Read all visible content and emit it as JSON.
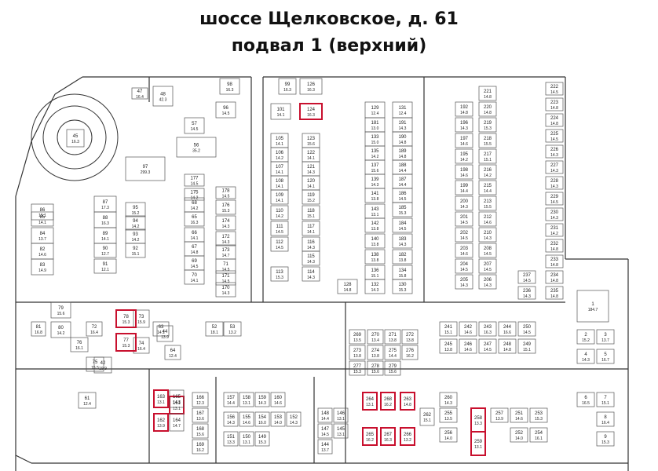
{
  "title": {
    "line1": "шоссе Щелковское, д. 61",
    "line2": "подвал 1 (верхний)"
  },
  "colors": {
    "highlight": "#c8102e",
    "walls": "#333333"
  },
  "rooms": [
    {
      "id": "98",
      "area": "16.3"
    },
    {
      "id": "47",
      "area": "16.4"
    },
    {
      "id": "48",
      "area": "42.3"
    },
    {
      "id": "45",
      "area": "16.3"
    },
    {
      "id": "97",
      "area": "299.3"
    },
    {
      "id": "56",
      "area": "35.2"
    },
    {
      "id": "57",
      "area": "14.5"
    },
    {
      "id": "96",
      "area": "14.5"
    },
    {
      "id": "99",
      "area": "16.3"
    },
    {
      "id": "126",
      "area": "16.3"
    },
    {
      "id": "124",
      "area": "16.3"
    },
    {
      "id": "101",
      "area": "14.1"
    },
    {
      "id": "86",
      "area": "15.1"
    },
    {
      "id": "87",
      "area": "17.3"
    },
    {
      "id": "84",
      "area": "13.7"
    },
    {
      "id": "85",
      "area": "14.1"
    },
    {
      "id": "82",
      "area": "14.6"
    },
    {
      "id": "83",
      "area": "14.9"
    },
    {
      "id": "88",
      "area": "16.3"
    },
    {
      "id": "89",
      "area": "14.1"
    },
    {
      "id": "90",
      "area": "12.7"
    },
    {
      "id": "91",
      "area": "12.1"
    },
    {
      "id": "93",
      "area": "14.2"
    },
    {
      "id": "94",
      "area": "14.2"
    },
    {
      "id": "95",
      "area": "15.2"
    },
    {
      "id": "92",
      "area": "15.1"
    },
    {
      "id": "65",
      "area": "16.3"
    },
    {
      "id": "66",
      "area": "14.1"
    },
    {
      "id": "67",
      "area": "14.8"
    },
    {
      "id": "68",
      "area": "14.2"
    },
    {
      "id": "69",
      "area": "14.5"
    },
    {
      "id": "70",
      "area": "14.1"
    },
    {
      "id": "71",
      "area": "14.5"
    },
    {
      "id": "174",
      "area": "14.3"
    },
    {
      "id": "175",
      "area": "14.2"
    },
    {
      "id": "176",
      "area": "15.3"
    },
    {
      "id": "177",
      "area": "14.5"
    },
    {
      "id": "178",
      "area": "14.5"
    },
    {
      "id": "172",
      "area": "14.3"
    },
    {
      "id": "173",
      "area": "14.7"
    },
    {
      "id": "171",
      "area": "14.5"
    },
    {
      "id": "170",
      "area": "14.3"
    },
    {
      "id": "105",
      "area": "14.1"
    },
    {
      "id": "106",
      "area": "14.2"
    },
    {
      "id": "107",
      "area": "14.1"
    },
    {
      "id": "108",
      "area": "14.1"
    },
    {
      "id": "109",
      "area": "14.1"
    },
    {
      "id": "110",
      "area": "14.2"
    },
    {
      "id": "111",
      "area": "14.5"
    },
    {
      "id": "112",
      "area": "14.5"
    },
    {
      "id": "113",
      "area": "15.3"
    },
    {
      "id": "123",
      "area": "15.6"
    },
    {
      "id": "122",
      "area": "14.1"
    },
    {
      "id": "121",
      "area": "14.3"
    },
    {
      "id": "120",
      "area": "14.1"
    },
    {
      "id": "119",
      "area": "15.2"
    },
    {
      "id": "118",
      "area": "15.1"
    },
    {
      "id": "117",
      "area": "14.1"
    },
    {
      "id": "116",
      "area": "14.3"
    },
    {
      "id": "115",
      "area": "14.3"
    },
    {
      "id": "114",
      "area": "14.3"
    },
    {
      "id": "129",
      "area": "12.4"
    },
    {
      "id": "131",
      "area": "12.4"
    },
    {
      "id": "181",
      "area": "13.0"
    },
    {
      "id": "191",
      "area": "14.3"
    },
    {
      "id": "190",
      "area": "14.8"
    },
    {
      "id": "189",
      "area": "14.8"
    },
    {
      "id": "188",
      "area": "14.4"
    },
    {
      "id": "187",
      "area": "14.4"
    },
    {
      "id": "186",
      "area": "14.5"
    },
    {
      "id": "185",
      "area": "15.3"
    },
    {
      "id": "184",
      "area": "14.5"
    },
    {
      "id": "183",
      "area": "14.3"
    },
    {
      "id": "182",
      "area": "13.8"
    },
    {
      "id": "133",
      "area": "15.0"
    },
    {
      "id": "135",
      "area": "14.2"
    },
    {
      "id": "137",
      "area": "15.6"
    },
    {
      "id": "139",
      "area": "14.3"
    },
    {
      "id": "143",
      "area": "13.1"
    },
    {
      "id": "141",
      "area": "13.8"
    },
    {
      "id": "142",
      "area": "13.8"
    },
    {
      "id": "140",
      "area": "13.8"
    },
    {
      "id": "138",
      "area": "13.8"
    },
    {
      "id": "136",
      "area": "15.1"
    },
    {
      "id": "134",
      "area": "15.8"
    },
    {
      "id": "132",
      "area": "14.3"
    },
    {
      "id": "130",
      "area": "15.3"
    },
    {
      "id": "128",
      "area": "14.8"
    },
    {
      "id": "192",
      "area": "14.8"
    },
    {
      "id": "196",
      "area": "14.3"
    },
    {
      "id": "197",
      "area": "14.6"
    },
    {
      "id": "195",
      "area": "14.2"
    },
    {
      "id": "198",
      "area": "14.6"
    },
    {
      "id": "199",
      "area": "14.4"
    },
    {
      "id": "200",
      "area": "14.3"
    },
    {
      "id": "201",
      "area": "14.5"
    },
    {
      "id": "202",
      "area": "14.5"
    },
    {
      "id": "203",
      "area": "14.6"
    },
    {
      "id": "204",
      "area": "14.5"
    },
    {
      "id": "205",
      "area": "14.3"
    },
    {
      "id": "206",
      "area": "14.3"
    },
    {
      "id": "207",
      "area": "14.5"
    },
    {
      "id": "208",
      "area": "14.5"
    },
    {
      "id": "210",
      "area": "14.3"
    },
    {
      "id": "212",
      "area": "14.6"
    },
    {
      "id": "213",
      "area": "15.5"
    },
    {
      "id": "215",
      "area": "14.4"
    },
    {
      "id": "216",
      "area": "14.2"
    },
    {
      "id": "217",
      "area": "15.1"
    },
    {
      "id": "218",
      "area": "15.5"
    },
    {
      "id": "219",
      "area": "15.3"
    },
    {
      "id": "220",
      "area": "14.8"
    },
    {
      "id": "221",
      "area": "14.8"
    },
    {
      "id": "222",
      "area": "14.5"
    },
    {
      "id": "223",
      "area": "14.8"
    },
    {
      "id": "224",
      "area": "14.8"
    },
    {
      "id": "225",
      "area": "14.5"
    },
    {
      "id": "226",
      "area": "14.3"
    },
    {
      "id": "227",
      "area": "14.3"
    },
    {
      "id": "228",
      "area": "14.3"
    },
    {
      "id": "229",
      "area": "14.5"
    },
    {
      "id": "230",
      "area": "14.3"
    },
    {
      "id": "231",
      "area": "14.2"
    },
    {
      "id": "232",
      "area": "14.8"
    },
    {
      "id": "233",
      "area": "14.8"
    },
    {
      "id": "234",
      "area": "14.8"
    },
    {
      "id": "235",
      "area": "14.8"
    },
    {
      "id": "236",
      "area": "14.3"
    },
    {
      "id": "237",
      "area": "14.5"
    },
    {
      "id": "1",
      "area": "184.7"
    },
    {
      "id": "79",
      "area": "15.6"
    },
    {
      "id": "80",
      "area": "14.2"
    },
    {
      "id": "81",
      "area": "16.8"
    },
    {
      "id": "78",
      "area": "15.3"
    },
    {
      "id": "77",
      "area": "15.3"
    },
    {
      "id": "76",
      "area": "16.1"
    },
    {
      "id": "75",
      "area": "15.5"
    },
    {
      "id": "74",
      "area": "16.4"
    },
    {
      "id": "73",
      "area": "15.9"
    },
    {
      "id": "72",
      "area": "16.4"
    },
    {
      "id": "44",
      "area": "13.9"
    },
    {
      "id": "42",
      "area": "19.9"
    },
    {
      "id": "61",
      "area": "12.4"
    },
    {
      "id": "63",
      "area": "14.1"
    },
    {
      "id": "64",
      "area": "12.4"
    },
    {
      "id": "52",
      "area": "18.1"
    },
    {
      "id": "53",
      "area": "13.2"
    },
    {
      "id": "162",
      "area": "13.9"
    },
    {
      "id": "163",
      "area": "13.1"
    },
    {
      "id": "164",
      "area": "14.7"
    },
    {
      "id": "165",
      "area": "14.3"
    },
    {
      "id": "166",
      "area": "12.3"
    },
    {
      "id": "167",
      "area": "13.6"
    },
    {
      "id": "168",
      "area": "15.6"
    },
    {
      "id": "169",
      "area": "16.2"
    },
    {
      "id": "157",
      "area": "14.4"
    },
    {
      "id": "158",
      "area": "13.1"
    },
    {
      "id": "159",
      "area": "14.3"
    },
    {
      "id": "160",
      "area": "14.6"
    },
    {
      "id": "161",
      "area": "13.1"
    },
    {
      "id": "156",
      "area": "14.3"
    },
    {
      "id": "155",
      "area": "14.6"
    },
    {
      "id": "154",
      "area": "16.0"
    },
    {
      "id": "153",
      "area": "14.0"
    },
    {
      "id": "152",
      "area": "14.3"
    },
    {
      "id": "151",
      "area": "13.3"
    },
    {
      "id": "150",
      "area": "13.1"
    },
    {
      "id": "149",
      "area": "15.3"
    },
    {
      "id": "148",
      "area": "14.4"
    },
    {
      "id": "147",
      "area": "14.5"
    },
    {
      "id": "146",
      "area": "13.1"
    },
    {
      "id": "145",
      "area": "13.1"
    },
    {
      "id": "144",
      "area": "13.7"
    },
    {
      "id": "264",
      "area": "13.1"
    },
    {
      "id": "265",
      "area": "16.2"
    },
    {
      "id": "266",
      "area": "13.2"
    },
    {
      "id": "267",
      "area": "16.3"
    },
    {
      "id": "268",
      "area": "16.2"
    },
    {
      "id": "269",
      "area": "13.5"
    },
    {
      "id": "270",
      "area": "13.4"
    },
    {
      "id": "271",
      "area": "13.8"
    },
    {
      "id": "272",
      "area": "13.8"
    },
    {
      "id": "273",
      "area": "13.8"
    },
    {
      "id": "274",
      "area": "13.8"
    },
    {
      "id": "275",
      "area": "14.4"
    },
    {
      "id": "276",
      "area": "16.2"
    },
    {
      "id": "277",
      "area": "15.3"
    },
    {
      "id": "278",
      "area": "15.6"
    },
    {
      "id": "279",
      "area": "15.6"
    },
    {
      "id": "241",
      "area": "15.1"
    },
    {
      "id": "242",
      "area": "14.6"
    },
    {
      "id": "243",
      "area": "16.3"
    },
    {
      "id": "244",
      "area": "16.6"
    },
    {
      "id": "245",
      "area": "13.8"
    },
    {
      "id": "246",
      "area": "14.6"
    },
    {
      "id": "247",
      "area": "14.5"
    },
    {
      "id": "248",
      "area": "14.8"
    },
    {
      "id": "249",
      "area": "15.1"
    },
    {
      "id": "250",
      "area": "14.5"
    },
    {
      "id": "251",
      "area": "14.6"
    },
    {
      "id": "252",
      "area": "14.0"
    },
    {
      "id": "253",
      "area": "15.3"
    },
    {
      "id": "254",
      "area": "16.1"
    },
    {
      "id": "255",
      "area": "13.5"
    },
    {
      "id": "256",
      "area": "14.0"
    },
    {
      "id": "257",
      "area": "13.9"
    },
    {
      "id": "258",
      "area": "13.3"
    },
    {
      "id": "259",
      "area": "13.1"
    },
    {
      "id": "260",
      "area": "14.3"
    },
    {
      "id": "262",
      "area": "15.1"
    },
    {
      "id": "263",
      "area": "14.8"
    },
    {
      "id": "2",
      "area": "15.2"
    },
    {
      "id": "3",
      "area": "13.7"
    },
    {
      "id": "4",
      "area": "14.3"
    },
    {
      "id": "5",
      "area": "16.7"
    },
    {
      "id": "6",
      "area": "16.5"
    },
    {
      "id": "7",
      "area": "15.1"
    },
    {
      "id": "8",
      "area": "16.4"
    },
    {
      "id": "9",
      "area": "15.3"
    }
  ],
  "highlighted_rooms": [
    "124",
    "78",
    "77",
    "163",
    "162",
    "161",
    "264",
    "265",
    "266",
    "267",
    "268",
    "263",
    "258",
    "259"
  ]
}
